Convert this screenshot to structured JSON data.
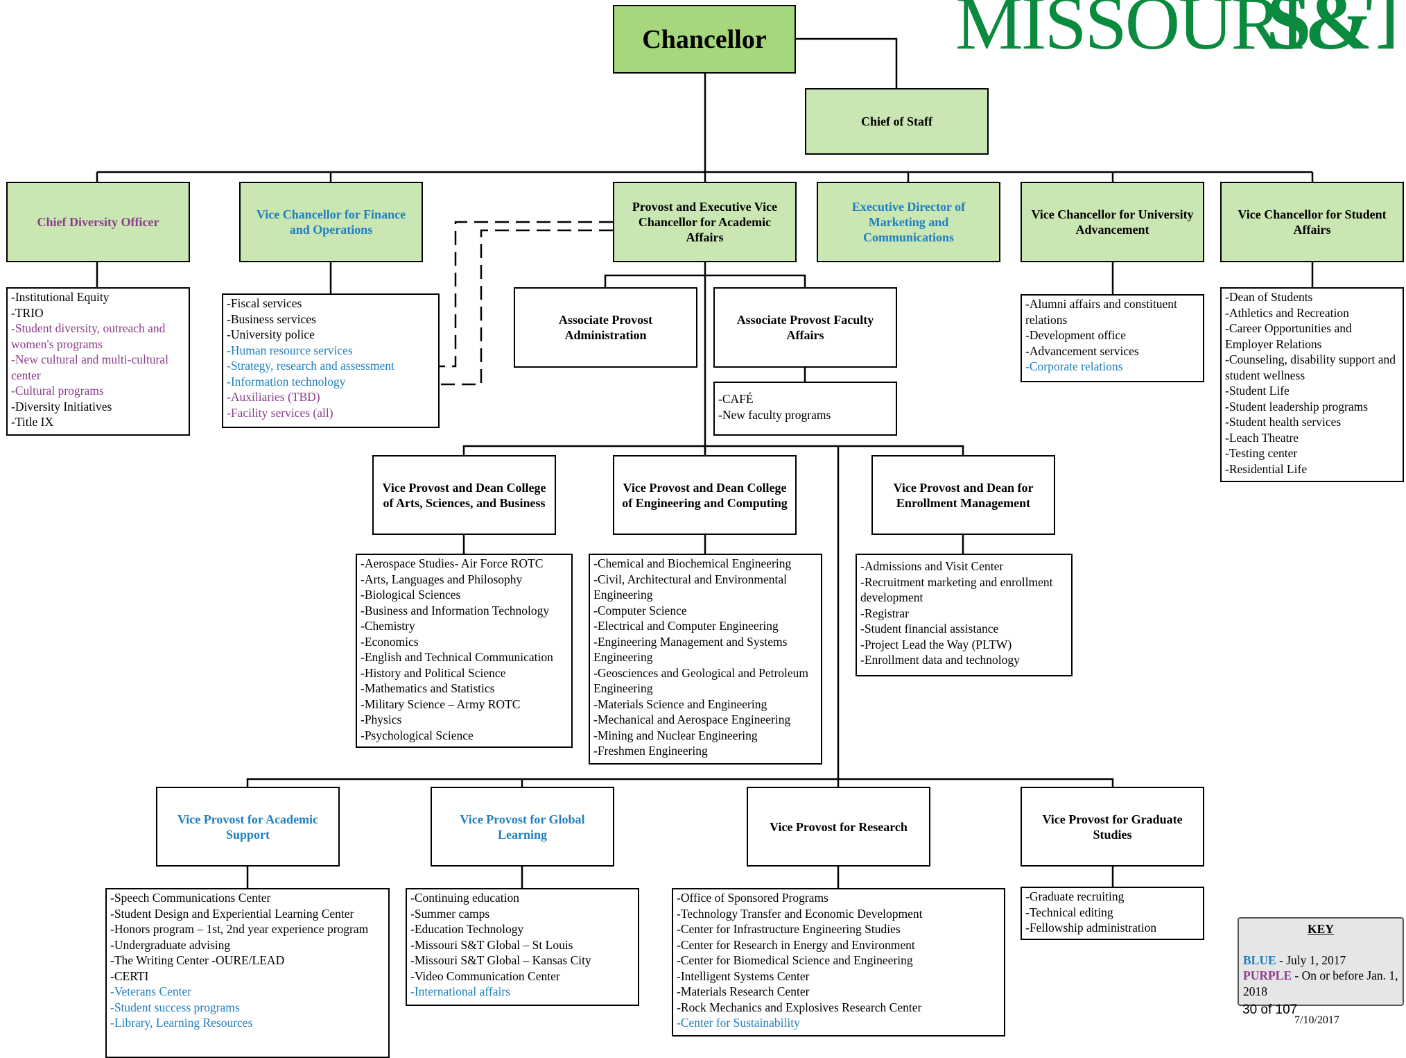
{
  "logo": {
    "text": "MISSOURI",
    "mark": "S&T"
  },
  "chancellor": "Chancellor",
  "chief_of_staff": "Chief of Staff",
  "top_units": {
    "diversity": {
      "title": "Chief Diversity Officer",
      "items": [
        "-Institutional Equity",
        "-TRIO",
        "-Student diversity, outreach and women's programs",
        "-New cultural and multi-cultural center",
        "-Cultural programs",
        "-Diversity Initiatives",
        "-Title IX"
      ]
    },
    "finance": {
      "title": "Vice Chancellor for Finance and Operations",
      "items": [
        "-Fiscal services",
        "-Business services",
        "-University police",
        "-Human resource services",
        "-Strategy, research and assessment",
        "-Information technology",
        "-Auxiliaries (TBD)",
        "-Facility services (all)"
      ]
    },
    "provost": {
      "title": "Provost and Executive Vice Chancellor for Academic Affairs"
    },
    "marketing": {
      "title": "Executive Director of Marketing and Communications"
    },
    "advancement": {
      "title": "Vice Chancellor for University Advancement",
      "items": [
        "-Alumni affairs and constituent relations",
        "-Development office",
        "-Advancement services",
        "-Corporate relations"
      ]
    },
    "student_affairs": {
      "title": "Vice Chancellor for Student Affairs",
      "items": [
        "-Dean of Students",
        "-Athletics and Recreation",
        "-Career Opportunities and Employer Relations",
        "-Counseling, disability support and student wellness",
        "-Student Life",
        "-Student leadership programs",
        "-Student health services",
        "-Leach Theatre",
        "-Testing center",
        "-Residential Life"
      ]
    }
  },
  "assoc_admin": "Associate Provost Administration",
  "assoc_faculty": {
    "title": "Associate Provost Faculty Affairs",
    "items": [
      "-CAFÉ",
      "-New faculty programs"
    ]
  },
  "colleges": {
    "arts": {
      "title": "Vice Provost and Dean College of Arts, Sciences, and Business",
      "items": [
        "-Aerospace Studies- Air Force ROTC",
        "-Arts, Languages and Philosophy",
        "-Biological Sciences",
        "-Business and Information Technology",
        "-Chemistry",
        "-Economics",
        "-English and Technical Communication",
        "-History and Political Science",
        "-Mathematics and Statistics",
        "-Military Science – Army ROTC",
        "-Physics",
        "-Psychological Science"
      ]
    },
    "engineering": {
      "title": "Vice Provost and Dean College of Engineering and Computing",
      "items": [
        "-Chemical and Biochemical Engineering",
        "-Civil, Architectural and Environmental Engineering",
        "-Computer Science",
        "-Electrical and Computer Engineering",
        "-Engineering Management and Systems Engineering",
        "-Geosciences and Geological and Petroleum Engineering",
        "-Materials Science and Engineering",
        "-Mechanical and Aerospace Engineering",
        "-Mining and Nuclear Engineering",
        "-Freshmen Engineering"
      ]
    },
    "enrollment": {
      "title": "Vice Provost and Dean for Enrollment Management",
      "items": [
        "-Admissions and Visit Center",
        "-Recruitment marketing and enrollment development",
        "-Registrar",
        "-Student financial assistance",
        "-Project Lead the Way (PLTW)",
        "-Enrollment data and technology"
      ]
    }
  },
  "vice_provosts": {
    "academic_support": {
      "title": "Vice Provost for Academic Support",
      "items": [
        "-Speech Communications Center",
        "-Student Design and Experiential Learning Center",
        "-Honors program – 1st, 2nd year experience program",
        "-Undergraduate advising",
        "-The Writing Center -OURE/LEAD",
        "-CERTI",
        "-Veterans Center",
        "-Student success programs",
        "-Library, Learning Resources"
      ]
    },
    "global": {
      "title": "Vice Provost for Global Learning",
      "items": [
        "-Continuing education",
        "-Summer camps",
        "-Education Technology",
        "-Missouri S&T Global – St Louis",
        "-Missouri S&T Global – Kansas City",
        "-Video Communication Center",
        "-International affairs"
      ]
    },
    "research": {
      "title": "Vice Provost for Research",
      "items": [
        "-Office of Sponsored Programs",
        "-Technology Transfer and Economic Development",
        "-Center for Infrastructure Engineering Studies",
        "-Center for Research in Energy and Environment",
        "-Center for Biomedical Science and Engineering",
        "-Intelligent Systems Center",
        "-Materials Research Center",
        "-Rock Mechanics and Explosives Research Center",
        "-Center for Sustainability"
      ]
    },
    "graduate": {
      "title": "Vice Provost for Graduate Studies",
      "items": [
        "-Graduate recruiting",
        "-Technical editing",
        "-Fellowship administration"
      ]
    }
  },
  "key": {
    "title": "KEY",
    "blue_label": "BLUE",
    "blue_text": " - July 1, 2017",
    "purple_label": "PURPLE",
    "purple_text": " - On or before Jan. 1, 2018"
  },
  "colors": {
    "blue": "#1f7fbf",
    "purple": "#8c3d8c",
    "box_green": "#c9e6b3",
    "chancellor_green": "#a6d77c",
    "logo_green": "#0a8a3e"
  },
  "page_number": "30 of 107",
  "date": "7/10/2017"
}
